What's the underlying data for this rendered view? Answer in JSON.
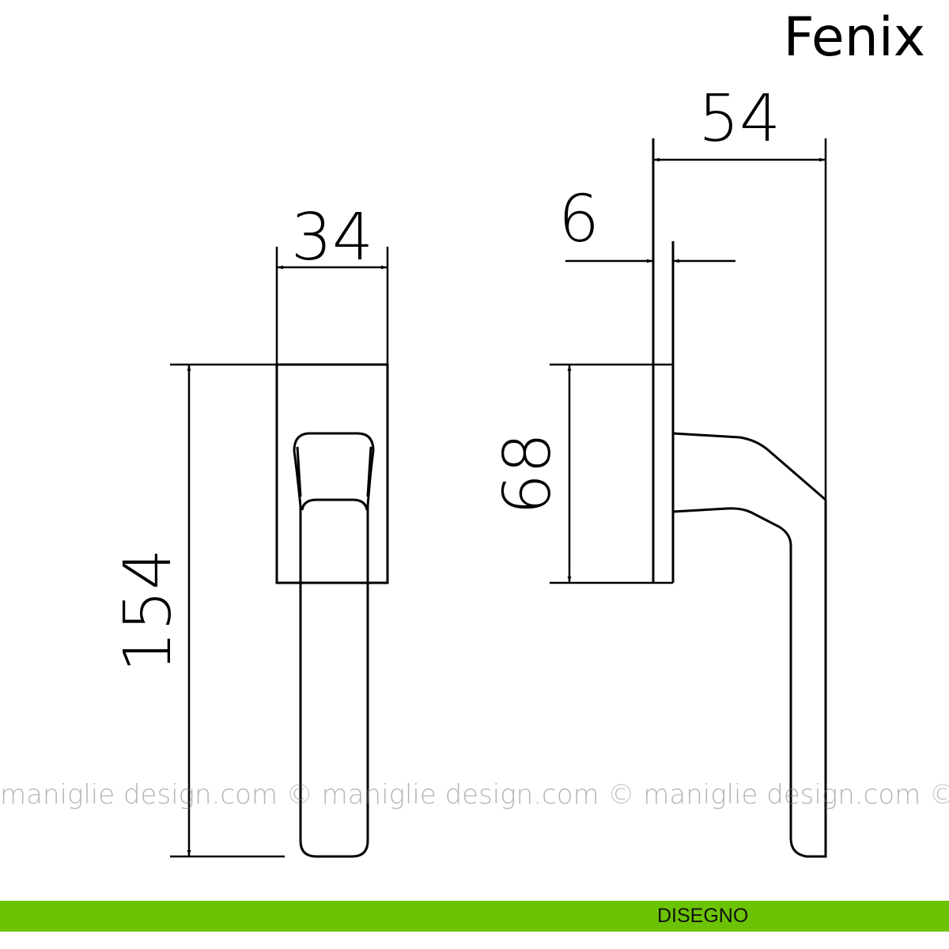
{
  "title": "Fenix",
  "watermark": "maniglie design.com © maniglie design.com © maniglie design.com ©",
  "footer_label": "DISEGNO",
  "colors": {
    "footer": "#6cc304"
  },
  "dimensions": {
    "width_front": "34",
    "height_total": "154",
    "rose_height": "68",
    "rose_thickness": "6",
    "projection": "54"
  }
}
